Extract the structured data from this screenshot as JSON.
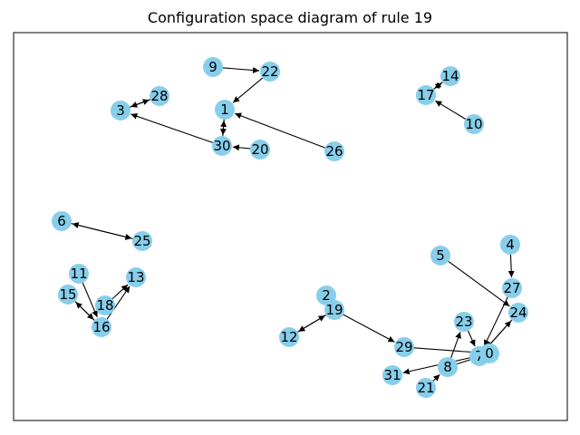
{
  "title": "Configuration space diagram of rule 19",
  "colors": {
    "node": "#87ceeb",
    "edge": "#000000",
    "frame": "#000000"
  },
  "graph": {
    "nodes": [
      "1",
      "2",
      "3",
      "4",
      "5",
      "6",
      "7",
      "8",
      "9",
      "10",
      "11",
      "12",
      "13",
      "14",
      "15",
      "16",
      "17",
      "18",
      "19",
      "20",
      "21",
      "22",
      "23",
      "24",
      "25",
      "26",
      "27",
      "28",
      "29",
      "30",
      "31",
      "0"
    ],
    "edges": [
      {
        "from": "9",
        "to": "22"
      },
      {
        "from": "22",
        "to": "1"
      },
      {
        "from": "1",
        "to": "30"
      },
      {
        "from": "30",
        "to": "1"
      },
      {
        "from": "30",
        "to": "3"
      },
      {
        "from": "20",
        "to": "30"
      },
      {
        "from": "26",
        "to": "1"
      },
      {
        "from": "3",
        "to": "28"
      },
      {
        "from": "28",
        "to": "3"
      },
      {
        "from": "14",
        "to": "17"
      },
      {
        "from": "17",
        "to": "14"
      },
      {
        "from": "10",
        "to": "17"
      },
      {
        "from": "6",
        "to": "25"
      },
      {
        "from": "25",
        "to": "6"
      },
      {
        "from": "11",
        "to": "16"
      },
      {
        "from": "15",
        "to": "16"
      },
      {
        "from": "16",
        "to": "15"
      },
      {
        "from": "18",
        "to": "13"
      },
      {
        "from": "16",
        "to": "13"
      },
      {
        "from": "12",
        "to": "19"
      },
      {
        "from": "19",
        "to": "12"
      },
      {
        "from": "2",
        "to": "19"
      },
      {
        "from": "19",
        "to": "29"
      },
      {
        "from": "29",
        "to": "0"
      },
      {
        "from": "5",
        "to": "24"
      },
      {
        "from": "4",
        "to": "27"
      },
      {
        "from": "7",
        "to": "24"
      },
      {
        "from": "24",
        "to": "7"
      },
      {
        "from": "27",
        "to": "7"
      },
      {
        "from": "23",
        "to": "7"
      },
      {
        "from": "8",
        "to": "23"
      },
      {
        "from": "0",
        "to": "31"
      },
      {
        "from": "21",
        "to": "8"
      },
      {
        "from": "8",
        "to": "0"
      }
    ]
  }
}
